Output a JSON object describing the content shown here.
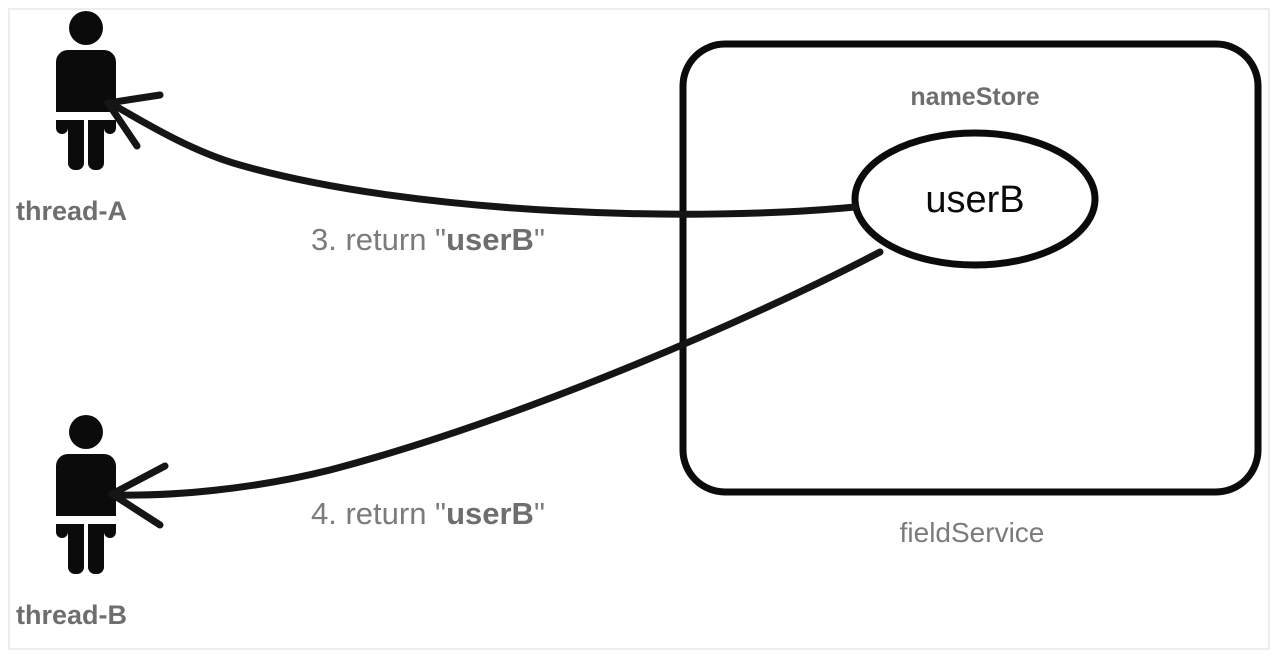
{
  "diagram": {
    "type": "sequence-interaction-diagram",
    "actors": [
      {
        "id": "thread-a",
        "label": "thread-A",
        "icon": "person-icon"
      },
      {
        "id": "thread-b",
        "label": "thread-B",
        "icon": "person-icon"
      }
    ],
    "container": {
      "title": "nameStore",
      "footer": "fieldService",
      "shape": "rounded-rectangle"
    },
    "node": {
      "label": "userB",
      "shape": "ellipse"
    },
    "edges": [
      {
        "id": "edge-3",
        "from": "nameStore-userB",
        "to": "thread-a",
        "step": "3.",
        "verb": "return",
        "value": "userB",
        "label_prefix": "3. return \"",
        "label_bold": "userB",
        "label_suffix": "\""
      },
      {
        "id": "edge-4",
        "from": "nameStore-userB",
        "to": "thread-b",
        "step": "4.",
        "verb": "return",
        "value": "userB",
        "label_prefix": "4. return \"",
        "label_bold": "userB",
        "label_suffix": "\""
      }
    ],
    "colors": {
      "stroke": "#0b0b0b",
      "label_gray": "#7b7b7b",
      "label_gray_bold": "#6e6e6e",
      "page_border": "#ededed",
      "background": "#ffffff"
    }
  }
}
